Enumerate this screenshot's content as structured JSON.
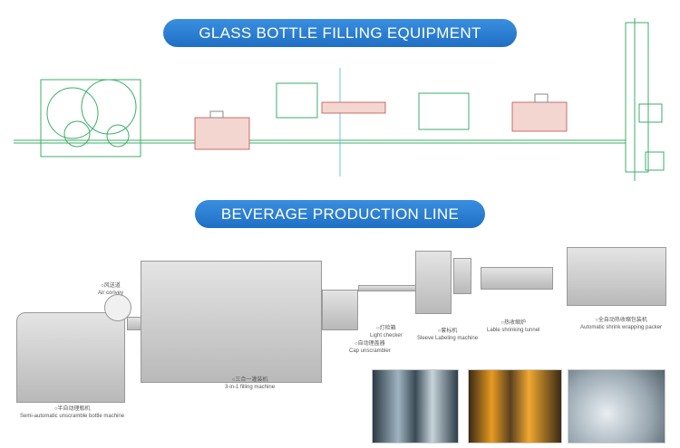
{
  "banners": {
    "top": "GLASS BOTTLE FILLING EQUIPMENT",
    "bottom": "BEVERAGE PRODUCTION LINE"
  },
  "colors": {
    "banner": "#2a7fd4",
    "diagram_line": "#3cae6a",
    "diagram_accent": "#d9443a"
  },
  "machines": [
    {
      "cn": "○风送道",
      "en": "Air convey"
    },
    {
      "cn": "○半自动理瓶机",
      "en": "Semi-automatic unscramble bottle machine"
    },
    {
      "cn": "○三合一灌装机",
      "en": "3-in-1 filling machine"
    },
    {
      "cn": "○自动理盖器",
      "en": "Cap unscrambler"
    },
    {
      "cn": "○灯检箱",
      "en": "Light checker"
    },
    {
      "cn": "○套标机",
      "en": "Sleeve Labeling machine"
    },
    {
      "cn": "○热收缩炉",
      "en": "Lable shrinking tunnel"
    },
    {
      "cn": "○全自动热收缩包装机",
      "en": "Automatic shrink wrapping packer"
    }
  ]
}
